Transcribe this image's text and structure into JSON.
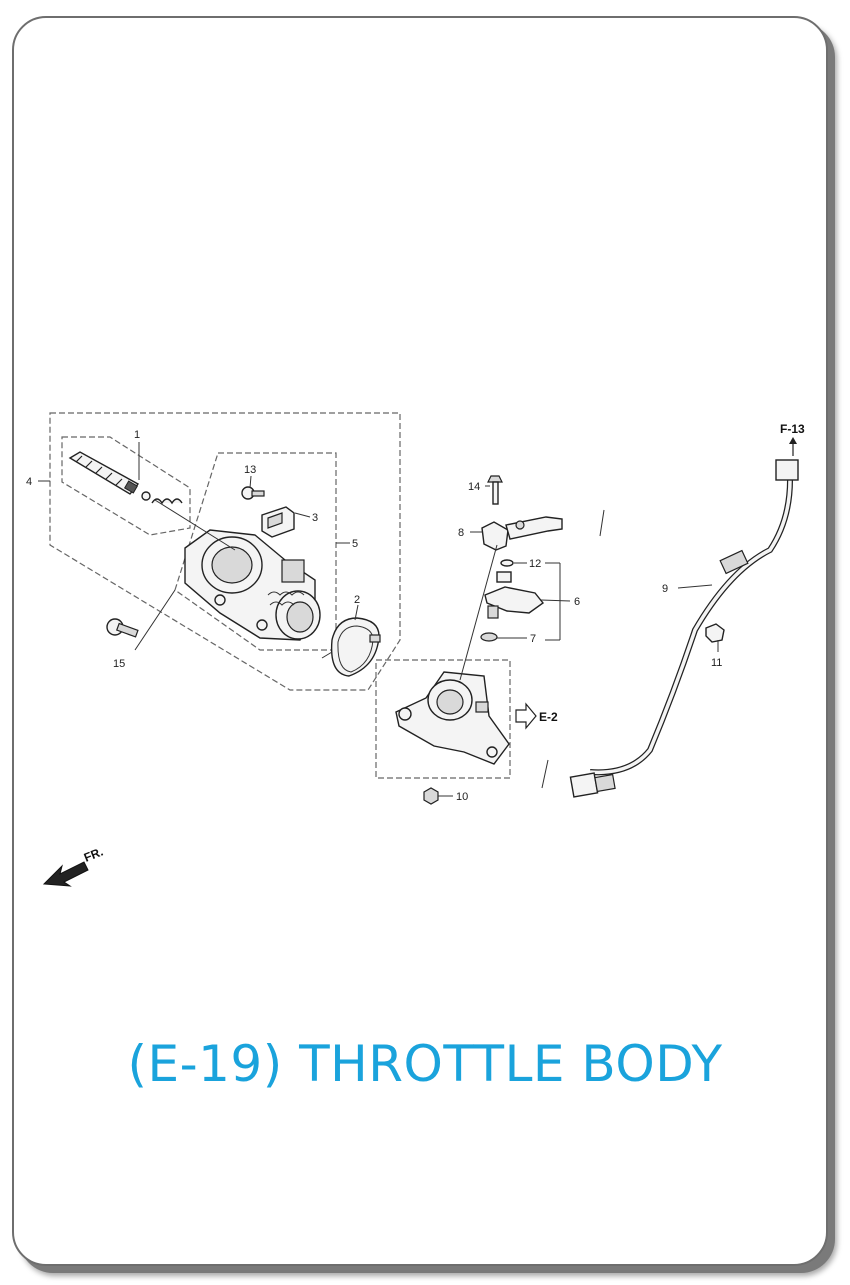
{
  "title": "(E-19) THROTTLE BODY",
  "colors": {
    "title": "#1aa3dc",
    "frame": "#6e6e6e"
  },
  "labels": {
    "p1": "1",
    "p2": "2",
    "p3": "3",
    "p4": "4",
    "p5": "5",
    "p6": "6",
    "p7": "7",
    "p8": "8",
    "p9": "9",
    "p10": "10",
    "p11": "11",
    "p12": "12",
    "p13": "13",
    "p14": "14",
    "p15": "15"
  },
  "refs": {
    "e2": "E-2",
    "f13": "F-13",
    "front": "FR."
  },
  "icons": {
    "front_arrow": "arrow-left-down-icon",
    "ref_arrow": "hollow-arrow-right-icon"
  }
}
